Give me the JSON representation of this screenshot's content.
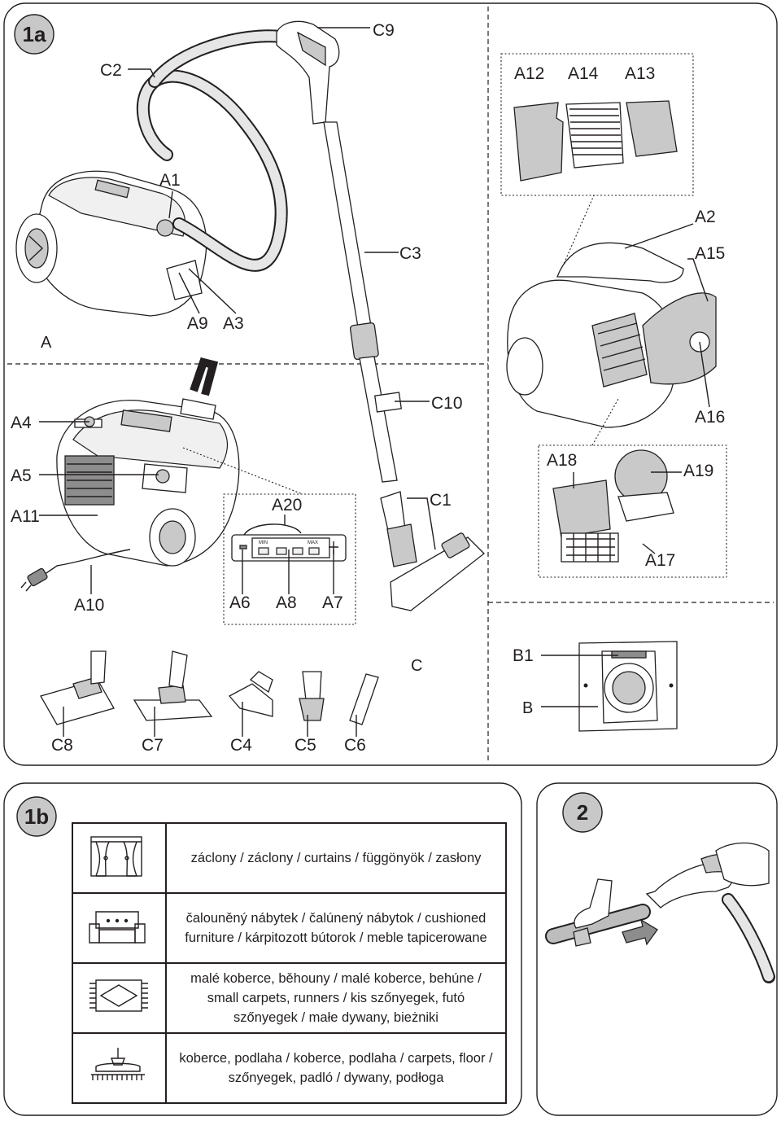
{
  "badges": {
    "fig1a": "1a",
    "fig1b": "1b",
    "fig2": "2"
  },
  "sections": {
    "a": "A",
    "b": "B",
    "c": "C"
  },
  "labels": {
    "A1": "A1",
    "A2": "A2",
    "A3": "A3",
    "A4": "A4",
    "A5": "A5",
    "A6": "A6",
    "A7": "A7",
    "A8": "A8",
    "A9": "A9",
    "A10": "A10",
    "A11": "A11",
    "A12": "A12",
    "A13": "A13",
    "A14": "A14",
    "A15": "A15",
    "A16": "A16",
    "A17": "A17",
    "A18": "A18",
    "A19": "A19",
    "A20": "A20",
    "B": "B",
    "B1": "B1",
    "C1": "C1",
    "C2": "C2",
    "C3": "C3",
    "C4": "C4",
    "C5": "C5",
    "C6": "C6",
    "C7": "C7",
    "C8": "C8",
    "C9": "C9",
    "C10": "C10"
  },
  "power_slider": {
    "min": "MIN",
    "max": "MAX"
  },
  "usage_table": [
    {
      "icon": "curtains-icon",
      "text": "záclony / záclony / curtains / függönyök / zasłony"
    },
    {
      "icon": "sofa-icon",
      "text": "čalouněný nábytek / čalúnený nábytok / cushioned furniture / kárpitozott bútorok / meble tapicerowane"
    },
    {
      "icon": "rug-icon",
      "text": "malé koberce, běhouny / malé koberce, behúne / small carpets, runners / kis szőnyegek, futó szőnyegek / małe dywany, bieżniki"
    },
    {
      "icon": "floor-nozzle-icon",
      "text": "koberce, podlaha / koberce, podlaha / carpets, floor / szőnyegek, padló / dywany, podłoga"
    }
  ]
}
